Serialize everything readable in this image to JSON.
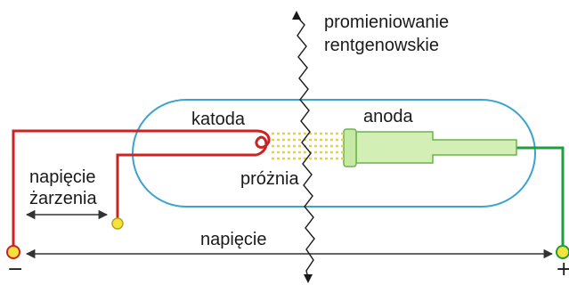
{
  "labels": {
    "radiation_line1": "promieniowanie",
    "radiation_line2": "rentgenowskie",
    "cathode": "katoda",
    "anode": "anoda",
    "vacuum": "próżnia",
    "heating_voltage_line1": "napięcie",
    "heating_voltage_line2": "żarzenia",
    "voltage": "napięcie",
    "minus": "−",
    "plus": "+"
  },
  "colors": {
    "tube_outline": "#3aa3d1",
    "cathode_wire": "#cc2222",
    "anode_wire": "#1f9e3c",
    "anode_fill": "#d3efb6",
    "anode_outline": "#6bb34a",
    "electron_beam": "#f2d21a",
    "terminal": "#f5e23a",
    "arrow": "#333333"
  }
}
